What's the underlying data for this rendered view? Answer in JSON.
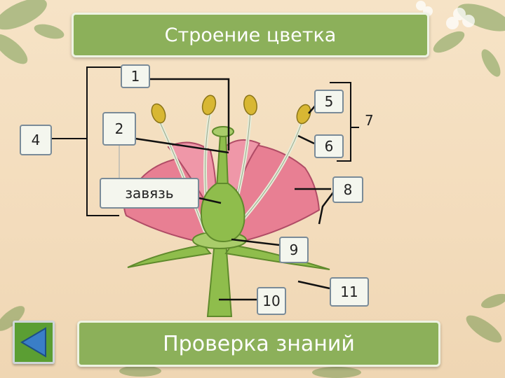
{
  "title": "Строение цветка",
  "labels": {
    "l1": "1",
    "l2": "2",
    "l4": "4",
    "l5": "5",
    "l6": "6",
    "l7": "7",
    "l8": "8",
    "l9": "9",
    "l10": "10",
    "l11": "11",
    "ovary": "завязь"
  },
  "check_button": "Проверка знаний",
  "nav": {
    "back_icon": "triangle-left-icon"
  },
  "colors": {
    "banner": "#8cb05a",
    "petal": "#e87f93",
    "pistil": "#7fae3d",
    "anther": "#d8b733"
  }
}
